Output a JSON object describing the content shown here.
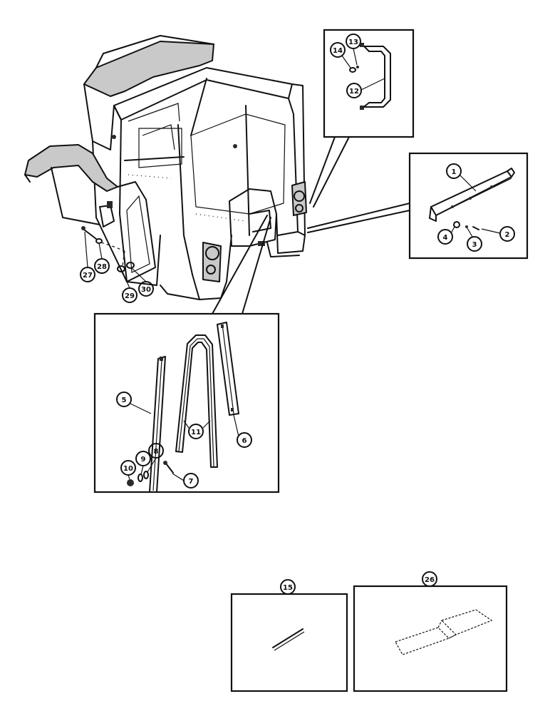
{
  "callouts": {
    "c1": "1",
    "c2": "2",
    "c3": "3",
    "c4": "4",
    "c5": "5",
    "c6": "6",
    "c7": "7",
    "c8": "8",
    "c9": "9",
    "c10": "10",
    "c11": "11",
    "c12": "12",
    "c13": "13",
    "c14": "14",
    "c15": "15",
    "c26": "26",
    "c27": "27",
    "c28": "28",
    "c29": "29",
    "c30": "30"
  },
  "colors": {
    "line": "#111111",
    "shade": "#c9c9c9",
    "paper": "#ffffff"
  },
  "icons": [
    "cab-frame-icon",
    "handle-icon",
    "trim-strip-icon",
    "door-seal-icon",
    "rod-icon",
    "mat-icon"
  ]
}
